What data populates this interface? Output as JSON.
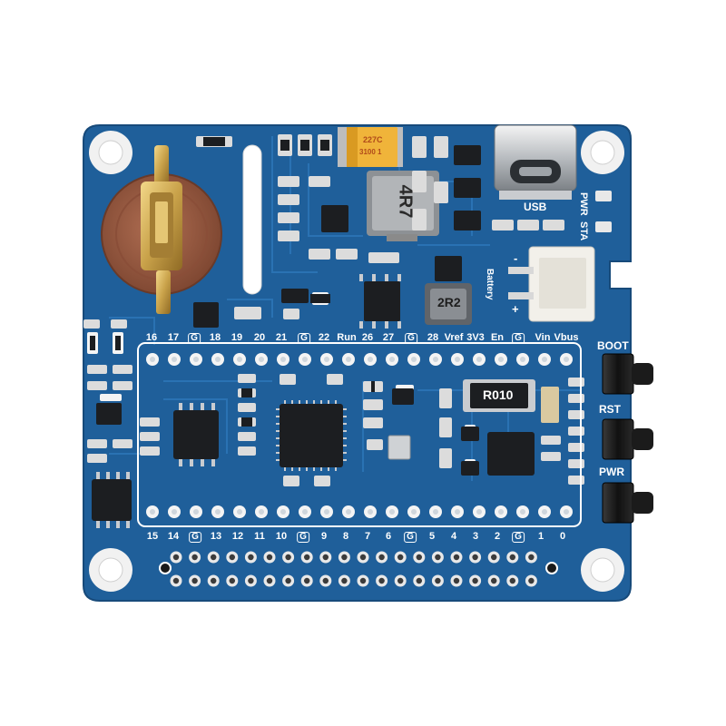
{
  "board": {
    "top_pins": [
      "16",
      "17",
      "G",
      "18",
      "19",
      "20",
      "21",
      "G",
      "22",
      "Run",
      "26",
      "27",
      "G",
      "28",
      "Vref",
      "3V3",
      "En",
      "G",
      "Vin",
      "Vbus"
    ],
    "bottom_pins": [
      "15",
      "14",
      "G",
      "13",
      "12",
      "11",
      "10",
      "G",
      "9",
      "8",
      "7",
      "6",
      "G",
      "5",
      "4",
      "3",
      "2",
      "G",
      "1",
      "0"
    ],
    "buttons": [
      "BOOT",
      "RST",
      "PWR"
    ],
    "leds": [
      "PWR",
      "STA"
    ],
    "usb_label": "USB",
    "battery_label": "Battery",
    "battery_minus": "-",
    "battery_plus": "+",
    "capacitor_marking": [
      "227C",
      "3100 1"
    ],
    "inductor_large_marking": "4R7",
    "inductor_small_marking": "2R2",
    "resistor_marking": "R010",
    "colors": {
      "pcb": "#1f5f9a",
      "trace": "#2d76b8",
      "silkscreen": "#ffffff",
      "coin_cell_holder": "#9a5a40",
      "connector": "#f2f0ea"
    }
  }
}
